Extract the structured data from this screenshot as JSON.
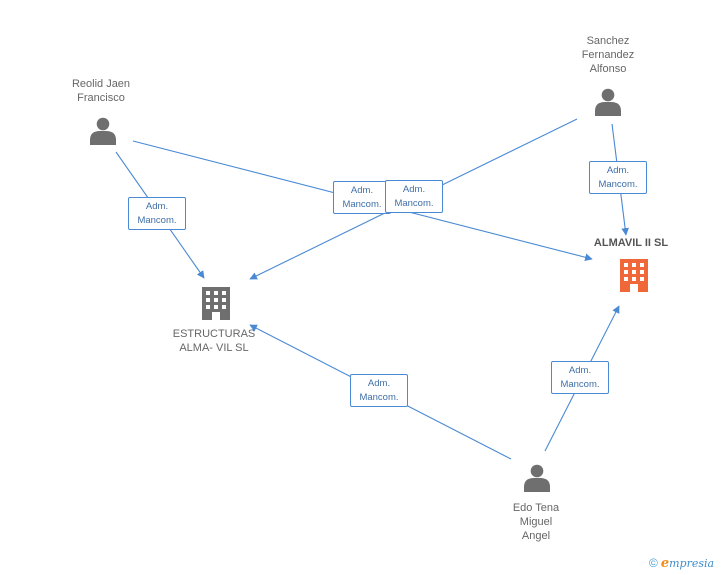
{
  "nodes": {
    "reolid": {
      "name_lines": [
        "Reolid Jaen",
        "Francisco"
      ],
      "type": "person"
    },
    "sanchez": {
      "name_lines": [
        "Sanchez",
        "Fernandez",
        "Alfonso"
      ],
      "type": "person"
    },
    "edo": {
      "name_lines": [
        "Edo Tena",
        "Miguel",
        "Angel"
      ],
      "type": "person"
    },
    "estructuras": {
      "name_lines": [
        "ESTRUCTURAS",
        "ALMA- VIL SL"
      ],
      "type": "company"
    },
    "almavil": {
      "name_lines": [
        "ALMAVIL II SL"
      ],
      "type": "company"
    }
  },
  "edges": [
    {
      "from": "reolid",
      "to": "estructuras",
      "label_lines": [
        "Adm.",
        "Mancom."
      ]
    },
    {
      "from": "reolid",
      "to": "almavil",
      "label_lines": [
        "Adm.",
        "Mancom."
      ]
    },
    {
      "from": "sanchez",
      "to": "estructuras",
      "label_lines": [
        "Adm.",
        "Mancom."
      ]
    },
    {
      "from": "sanchez",
      "to": "almavil",
      "label_lines": [
        "Adm.",
        "Mancom."
      ]
    },
    {
      "from": "edo",
      "to": "estructuras",
      "label_lines": [
        "Adm.",
        "Mancom."
      ]
    },
    {
      "from": "edo",
      "to": "almavil",
      "label_lines": [
        "Adm.",
        "Mancom."
      ]
    }
  ],
  "colors": {
    "edge": "#4a8ad4",
    "person_icon": "#6f6f6f",
    "company_icon": "#6f6f6f",
    "company_highlight": "#f0683a"
  },
  "brand": {
    "copyright": "©",
    "name_first": "e",
    "name_rest": "mpresia"
  }
}
